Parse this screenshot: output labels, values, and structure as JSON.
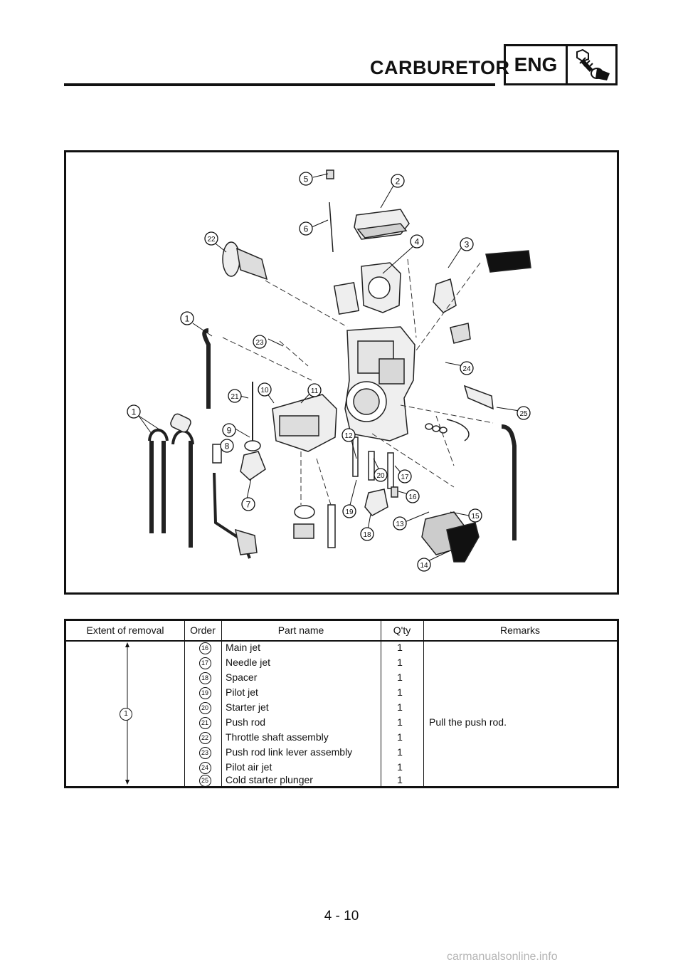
{
  "header": {
    "section_title": "CARBURETOR",
    "section_badge": "ENG",
    "badge_icon": "wrench-bolt-icon"
  },
  "diagram": {
    "callouts": [
      "1",
      "2",
      "3",
      "4",
      "5",
      "6",
      "7",
      "8",
      "9",
      "10",
      "11",
      "12",
      "13",
      "14",
      "15",
      "16",
      "17",
      "18",
      "19",
      "20",
      "21",
      "22",
      "23",
      "24",
      "25"
    ]
  },
  "table": {
    "headers": {
      "extent": "Extent of removal",
      "order": "Order",
      "part": "Part name",
      "qty": "Q'ty",
      "remarks": "Remarks"
    },
    "extent_label": "1",
    "rows": [
      {
        "order": "16",
        "part": "Main jet",
        "qty": "1"
      },
      {
        "order": "17",
        "part": "Needle jet",
        "qty": "1"
      },
      {
        "order": "18",
        "part": "Spacer",
        "qty": "1"
      },
      {
        "order": "19",
        "part": "Pilot jet",
        "qty": "1"
      },
      {
        "order": "20",
        "part": "Starter jet",
        "qty": "1"
      },
      {
        "order": "21",
        "part": "Push rod",
        "qty": "1"
      },
      {
        "order": "22",
        "part": "Throttle shaft assembly",
        "qty": "1"
      },
      {
        "order": "23",
        "part": "Push rod link lever assembly",
        "qty": "1"
      },
      {
        "order": "24",
        "part": "Pilot air jet",
        "qty": "1"
      },
      {
        "order": "25",
        "part": "Cold starter plunger",
        "qty": "1"
      }
    ],
    "remark": "Pull the push rod."
  },
  "footer": {
    "page_number": "4 - 10",
    "watermark": "carmanualsonline.info"
  }
}
